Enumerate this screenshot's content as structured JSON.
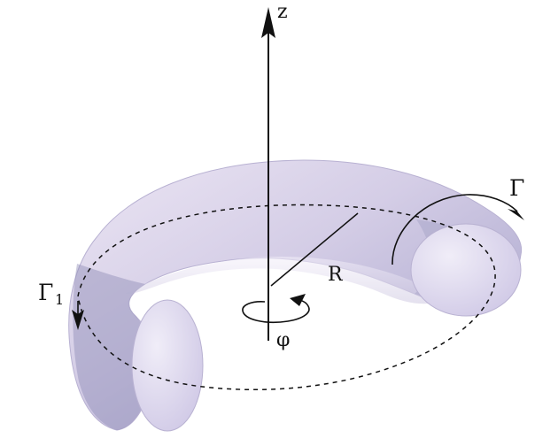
{
  "labels": {
    "z_axis": "z",
    "radius": "R",
    "azimuth": "φ",
    "gamma": "Γ",
    "gamma1_symbol": "Γ",
    "gamma1_subscript": "1"
  },
  "colors": {
    "torus_highlight": "#ece6f4",
    "torus_mid": "#c7c0de",
    "torus_shadow": "#8f8eb7",
    "cap_fill": "#dfdaf0",
    "lines": "#111111"
  },
  "icons": {
    "axis_arrow": "upward-arrowhead",
    "rotation_arrow": "curved-arrow",
    "dashed_circle": "dashed-ellipse"
  }
}
